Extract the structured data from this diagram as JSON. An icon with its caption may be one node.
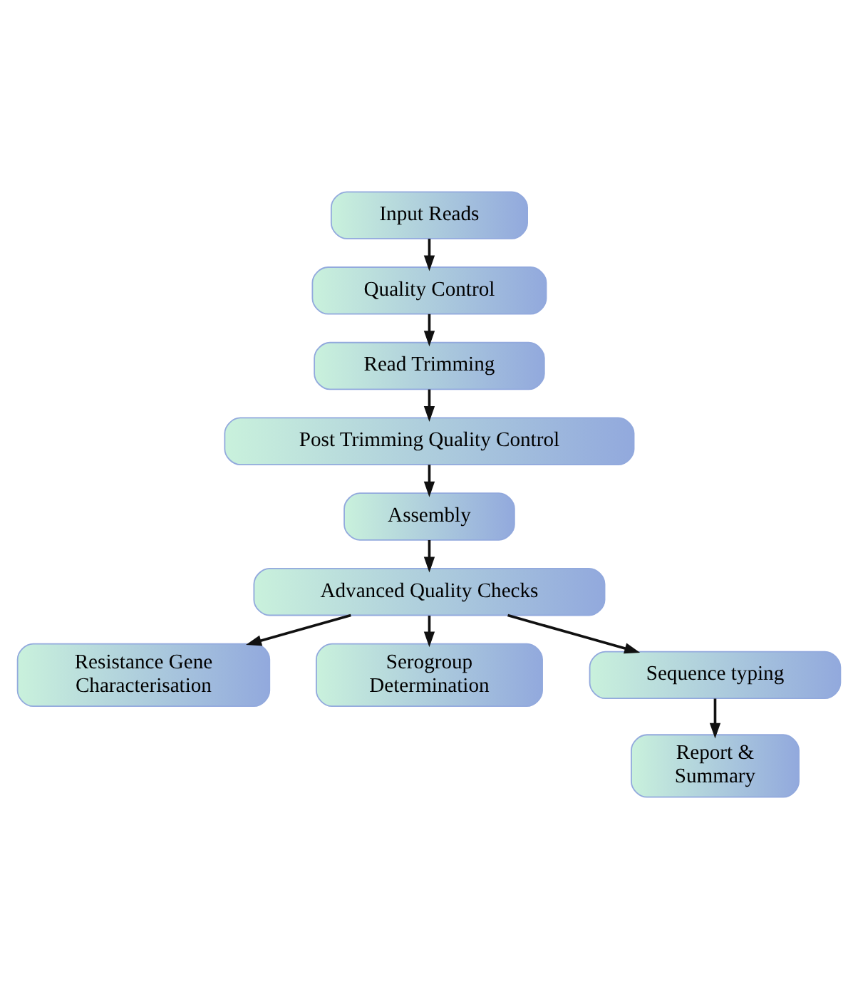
{
  "diagram": {
    "nodes": [
      {
        "text": [
          "Input Reads"
        ]
      },
      {
        "text": [
          "Quality Control"
        ]
      },
      {
        "text": [
          "Read Trimming"
        ]
      },
      {
        "text": [
          "Post Trimming Quality Control"
        ]
      },
      {
        "text": [
          "Assembly"
        ]
      },
      {
        "text": [
          "Advanced Quality Checks"
        ]
      },
      {
        "text": [
          "Resistance Gene Characterisation"
        ]
      },
      {
        "text": [
          "Serogroup Determination"
        ]
      },
      {
        "text": [
          "Sequence typing"
        ]
      },
      {
        "text": [
          "Report & Summary"
        ]
      }
    ],
    "edges": [
      {
        "from": 0,
        "to": 1,
        "arrow": "to"
      },
      {
        "from": 1,
        "to": 2,
        "arrow": "to"
      },
      {
        "from": 2,
        "to": 3,
        "arrow": "to"
      },
      {
        "from": 3,
        "to": 4,
        "arrow": "to"
      },
      {
        "from": 4,
        "to": 5,
        "arrow": "to"
      },
      {
        "from": 5,
        "to": 6,
        "arrow": "to"
      },
      {
        "from": 5,
        "to": 8,
        "arrow": "to"
      },
      {
        "from": 5,
        "to": 7,
        "arrow": "to"
      },
      {
        "from": 8,
        "to": 9,
        "arrow": "to"
      }
    ]
  }
}
